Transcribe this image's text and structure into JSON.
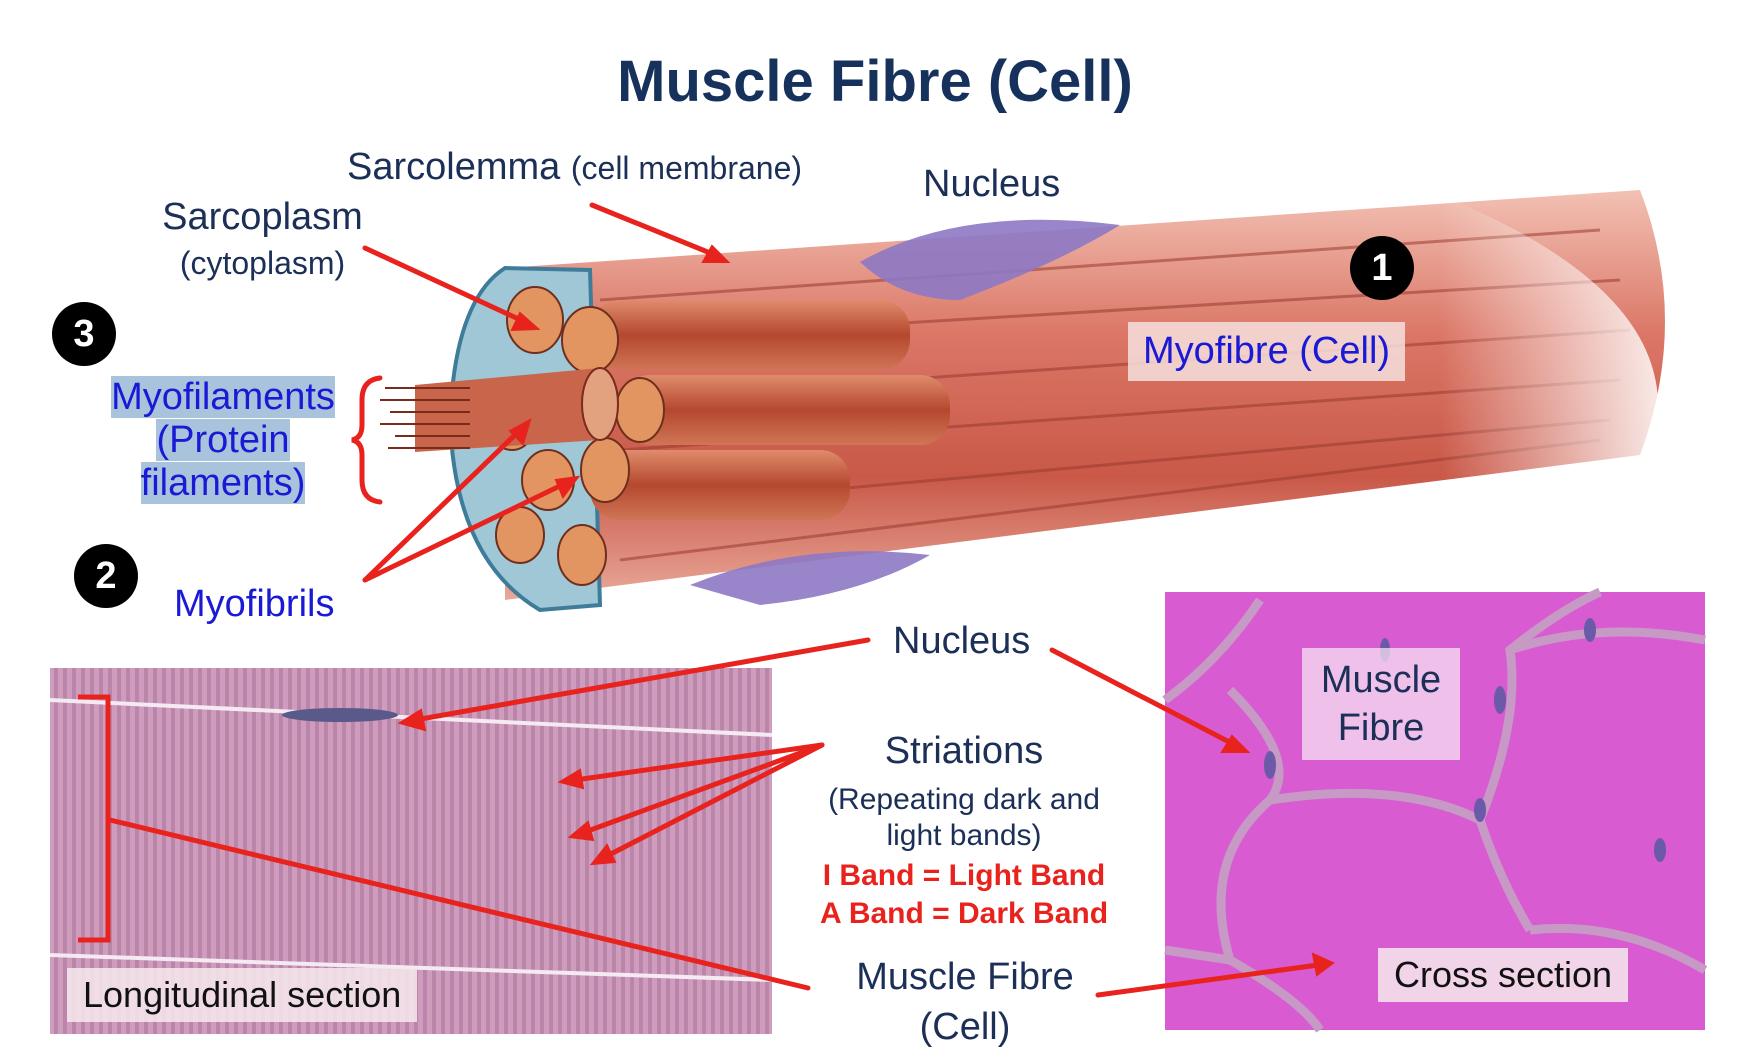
{
  "title": "Muscle Fibre (Cell)",
  "colors": {
    "title": "#16325c",
    "label_dark": "#1b2f57",
    "label_blue": "#1a1ad6",
    "arrow_red": "#e8231e",
    "muscle": "#d76a5e",
    "nucleus": "#8d78c4",
    "stain_pink": "#d85bd1",
    "stain_lilac": "#c799c5"
  },
  "badges": {
    "one": "1",
    "two": "2",
    "three": "3"
  },
  "diagram": {
    "sarcolemma": "Sarcolemma",
    "sarcolemma_note": "(cell membrane)",
    "sarcoplasm": "Sarcoplasm",
    "sarcoplasm_note": "(cytoplasm)",
    "nucleus": "Nucleus",
    "myofibre": "Myofibre (Cell)",
    "myofilaments": "Myofilaments",
    "myofilaments_line2": "(Protein",
    "myofilaments_line3": "filaments)",
    "myofibrils": "Myofibrils"
  },
  "micrographs": {
    "nucleus": "Nucleus",
    "striations": "Striations",
    "striations_note1": "(Repeating dark and",
    "striations_note2": "light bands)",
    "i_band": "I Band = Light Band",
    "a_band": "A Band = Dark Band",
    "muscle_fibre": "Muscle Fibre",
    "muscle_fibre_note": "(Cell)",
    "longitudinal_tag": "Longitudinal section",
    "cross_tag": "Cross section",
    "cross_label_line1": "Muscle",
    "cross_label_line2": "Fibre"
  }
}
